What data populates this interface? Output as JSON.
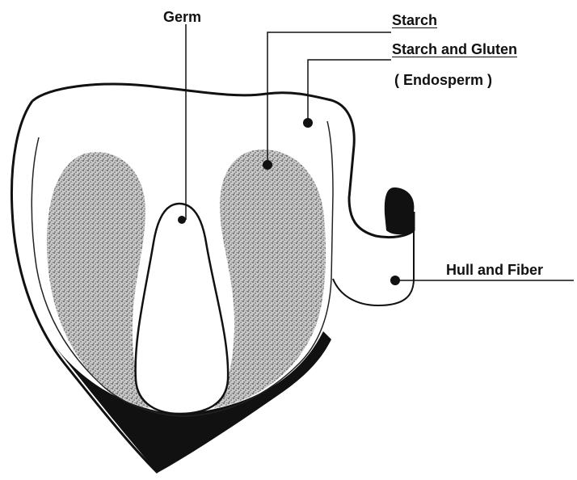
{
  "labels": {
    "germ": "Germ",
    "starch": "Starch",
    "starch_gluten": "Starch and Gluten",
    "endosperm": "( Endosperm )",
    "hull_fiber": "Hull and Fiber"
  },
  "colors": {
    "ink": "#111111",
    "stipple": "#8a8a8a",
    "background": "#ffffff"
  }
}
